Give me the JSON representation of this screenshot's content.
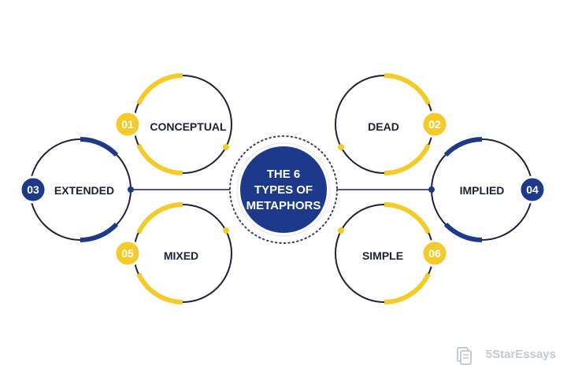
{
  "colors": {
    "navy": "#1d3a8a",
    "dark": "#1e1f3b",
    "yellow": "#f4cb2b",
    "dots": "#3a3f5c",
    "watermark": "#c5cad3"
  },
  "center": {
    "line1": "THE 6",
    "line2": "TYPES OF",
    "line3": "METAPHORS"
  },
  "items": [
    {
      "number": "01",
      "label": "CONCEPTUAL",
      "accent": "yellow"
    },
    {
      "number": "02",
      "label": "DEAD",
      "accent": "yellow"
    },
    {
      "number": "03",
      "label": "EXTENDED",
      "accent": "navy"
    },
    {
      "number": "04",
      "label": "IMPLIED",
      "accent": "navy"
    },
    {
      "number": "05",
      "label": "MIXED",
      "accent": "yellow"
    },
    {
      "number": "06",
      "label": "SIMPLE",
      "accent": "yellow"
    }
  ],
  "watermark": {
    "text": "5StarEssays",
    "icon": "document-logo-icon"
  }
}
